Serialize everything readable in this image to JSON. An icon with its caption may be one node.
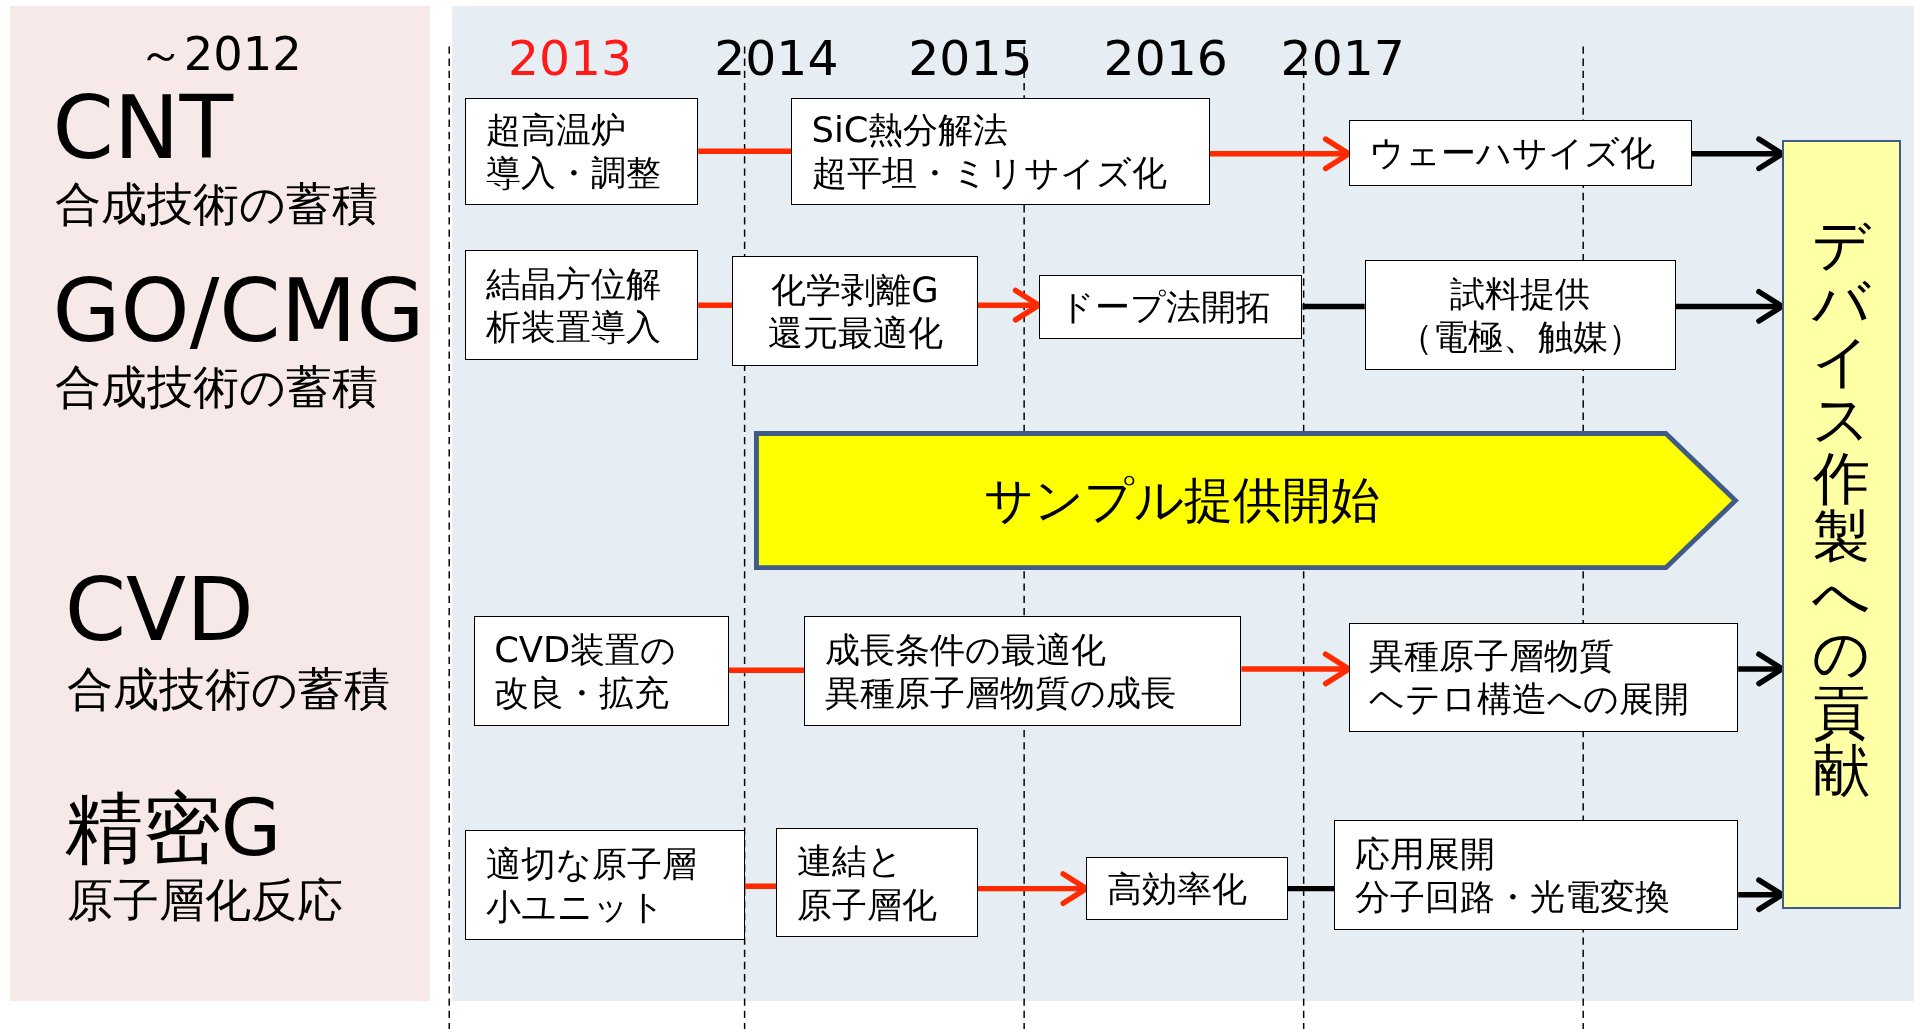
{
  "diagram": {
    "nodes": [
      {
        "text": [
          "超高温炉導入・調整"
        ]
      },
      {
        "text": [
          "SiC熱分解法超平坦・ミリサイズ化"
        ]
      },
      {
        "text": [
          "ウェーハサイズ化"
        ]
      },
      {
        "text": [
          "結晶方位解析装置導入"
        ]
      },
      {
        "text": [
          "化学剥離G還元最適化"
        ]
      },
      {
        "text": [
          "ドープ法開拓"
        ]
      },
      {
        "text": [
          "試料提供（電極、触媒）"
        ]
      },
      {
        "text": [
          "サンプル提供開始"
        ]
      },
      {
        "text": [
          "CVD装置の改良・拡充"
        ]
      },
      {
        "text": [
          "成長条件の最適化異種原子層物質の成長"
        ]
      },
      {
        "text": [
          "異種原子層物質ヘテロ構造への展開"
        ]
      },
      {
        "text": [
          "適切な原子層小ユニット"
        ]
      },
      {
        "text": [
          "連結と原子層化"
        ]
      },
      {
        "text": [
          "高効率化"
        ]
      },
      {
        "text": [
          "応用展開分子回路・光電変換"
        ]
      },
      {
        "text": [
          "デバイス作製への貢献"
        ]
      }
    ],
    "edges": [
      {
        "from": 0,
        "to": 1,
        "arrow": "none",
        "color": "#ff2a00"
      },
      {
        "from": 1,
        "to": 2,
        "arrow": "to",
        "color": "#ff2a00"
      },
      {
        "from": 2,
        "to": 15,
        "arrow": "to",
        "color": "#000000"
      },
      {
        "from": 3,
        "to": 4,
        "arrow": "none",
        "color": "#ff2a00"
      },
      {
        "from": 4,
        "to": 5,
        "arrow": "to",
        "color": "#ff2a00"
      },
      {
        "from": 5,
        "to": 6,
        "arrow": "none",
        "color": "#000000"
      },
      {
        "from": 6,
        "to": 15,
        "arrow": "to",
        "color": "#000000"
      },
      {
        "from": 8,
        "to": 9,
        "arrow": "none",
        "color": "#ff2a00"
      },
      {
        "from": 9,
        "to": 10,
        "arrow": "to",
        "color": "#ff2a00"
      },
      {
        "from": 10,
        "to": 15,
        "arrow": "to",
        "color": "#000000"
      },
      {
        "from": 11,
        "to": 12,
        "arrow": "none",
        "color": "#ff2a00"
      },
      {
        "from": 12,
        "to": 13,
        "arrow": "to",
        "color": "#ff2a00"
      },
      {
        "from": 13,
        "to": 14,
        "arrow": "none",
        "color": "#000000"
      },
      {
        "from": 14,
        "to": 15,
        "arrow": "to",
        "color": "#000000"
      }
    ],
    "labels": [
      "～2012",
      "2013",
      "2014",
      "2015",
      "2016",
      "2017",
      "CNT",
      "合成技術の蓄積",
      "GO/CMG",
      "合成技術の蓄積",
      "CVD",
      "合成技術の蓄積",
      "精密G",
      "原子層化反応"
    ]
  }
}
